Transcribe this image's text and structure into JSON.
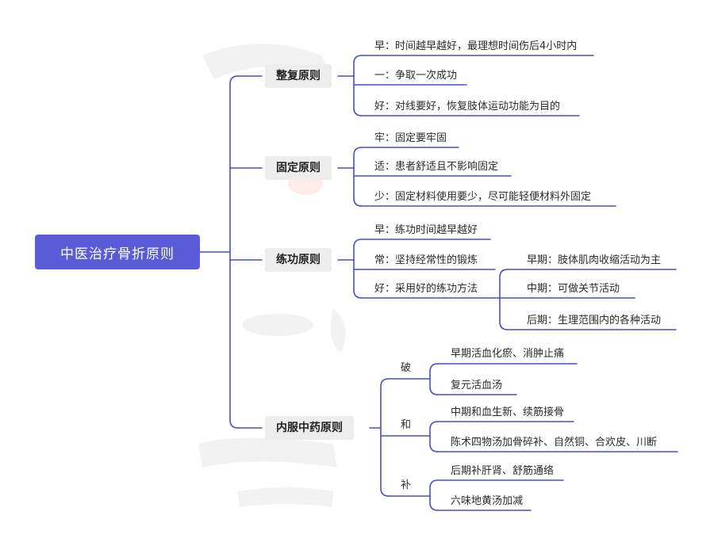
{
  "root": "中医治疗骨折原则",
  "branches": [
    {
      "label": "整复原则",
      "items": [
        {
          "text": "早：时间越早越好，最理想时间伤后4小时内"
        },
        {
          "text": "一：争取一次成功"
        },
        {
          "text": "好：对线要好，恢复肢体运动功能为目的"
        }
      ]
    },
    {
      "label": "固定原则",
      "items": [
        {
          "text": "牢：固定要牢固"
        },
        {
          "text": "适：患者舒适且不影响固定"
        },
        {
          "text": "少：固定材料使用要少，尽可能轻便材料外固定"
        }
      ]
    },
    {
      "label": "练功原则",
      "items": [
        {
          "text": "早：练功时间越早越好"
        },
        {
          "text": "常：坚持经常性的锻炼"
        },
        {
          "text": "好：采用好的练功方法"
        }
      ],
      "sub_items": [
        {
          "text": "早期：肢体肌肉收缩活动为主"
        },
        {
          "text": "中期：可做关节活动"
        },
        {
          "text": "后期：生理范围内的各种活动"
        }
      ]
    },
    {
      "label": "内服中药原则",
      "groups": [
        {
          "label": "破",
          "items": [
            "早期活血化瘀、消肿止痛",
            "复元活血汤"
          ]
        },
        {
          "label": "和",
          "items": [
            "中期和血生新、续筋接骨",
            "陈术四物汤加骨碎补、自然铜、合欢皮、川断"
          ]
        },
        {
          "label": "补",
          "items": [
            "后期补肝肾、舒筋通络",
            "六味地黄汤加减"
          ]
        }
      ]
    }
  ],
  "colors": {
    "accent": "#5a5bd6",
    "line": "#4b4ccf",
    "node_bg": "#ededed"
  }
}
